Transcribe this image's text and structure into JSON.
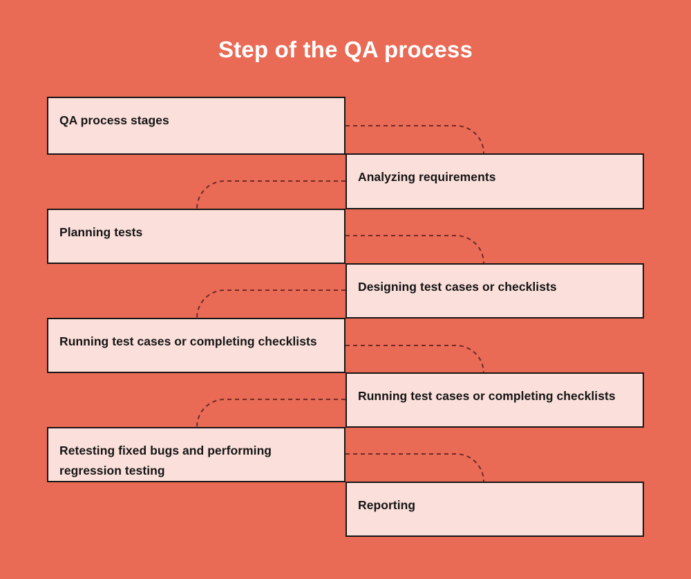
{
  "page": {
    "title": "Step of the QA process",
    "background_color": "#E96A55",
    "box_fill_color": "#FADFDA",
    "box_border_color": "#151515",
    "connector_color": "#6B2B28",
    "title_color": "#FFFFFF"
  },
  "flow": {
    "steps": [
      {
        "label": "QA process stages",
        "side": "left"
      },
      {
        "label": "Analyzing requirements",
        "side": "right"
      },
      {
        "label": "Planning tests",
        "side": "left"
      },
      {
        "label": "Designing test cases or checklists",
        "side": "right"
      },
      {
        "label": "Running test cases or completing checklists",
        "side": "left"
      },
      {
        "label": "Running test cases or completing checklists",
        "side": "right"
      },
      {
        "label": "Retesting fixed bugs and performing regression testing",
        "side": "left"
      },
      {
        "label": "Reporting",
        "side": "right"
      }
    ]
  }
}
